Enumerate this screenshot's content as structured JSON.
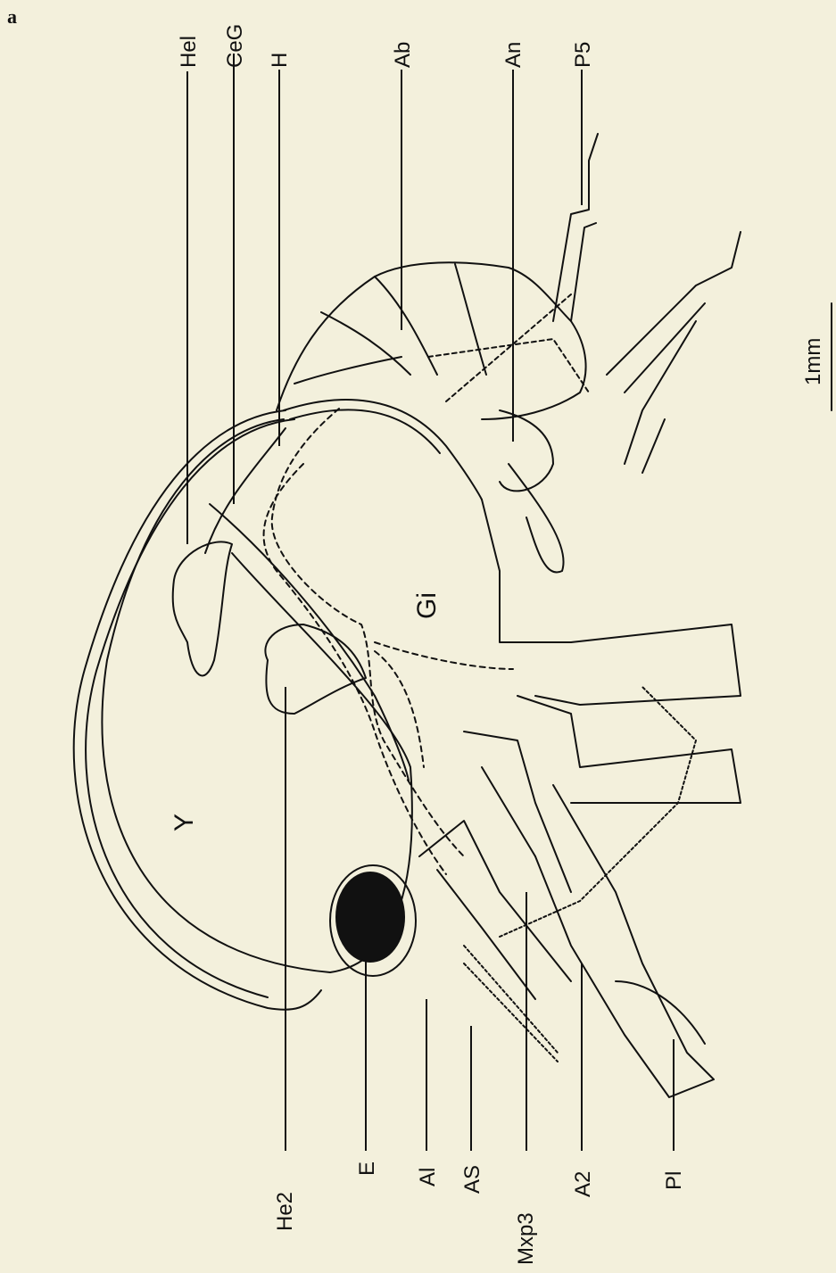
{
  "figure": {
    "panel_letter": "a",
    "scale_bar": "1mm",
    "region_labels": {
      "yolk": "Y",
      "gill": "Gi"
    },
    "callouts_top": {
      "hel": "Hel",
      "ceg": "CeG",
      "h": "H",
      "ab": "Ab",
      "an": "An",
      "p5": "P5"
    },
    "callouts_bottom": {
      "he2": "He2",
      "e": "E",
      "a1": "Al",
      "as": "AS",
      "mxp3": "Mxp3",
      "a2": "A2",
      "p1": "Pl"
    }
  }
}
